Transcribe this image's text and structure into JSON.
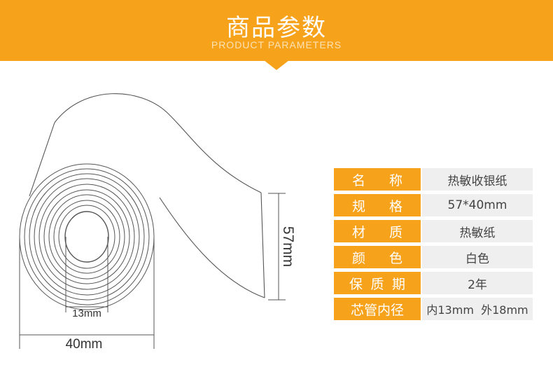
{
  "header": {
    "title_cn": "商品参数",
    "title_en": "PRODUCT PARAMETERS",
    "accent_color": "#f7a21b"
  },
  "illustration": {
    "core_label": "13mm",
    "width_label": "40mm",
    "height_label": "57mm"
  },
  "params": [
    {
      "key_chars": [
        "名",
        "称"
      ],
      "value": "热敏收银纸"
    },
    {
      "key_chars": [
        "规",
        "格"
      ],
      "value": "57*40mm"
    },
    {
      "key_chars": [
        "材",
        "质"
      ],
      "value": "热敏纸"
    },
    {
      "key_chars": [
        "颜",
        "色"
      ],
      "value": "白色"
    },
    {
      "key_chars": [
        "保",
        "质",
        "期"
      ],
      "value": "2年"
    },
    {
      "key_chars": [
        "芯管内径"
      ],
      "value": "内13mm  外18mm"
    }
  ]
}
